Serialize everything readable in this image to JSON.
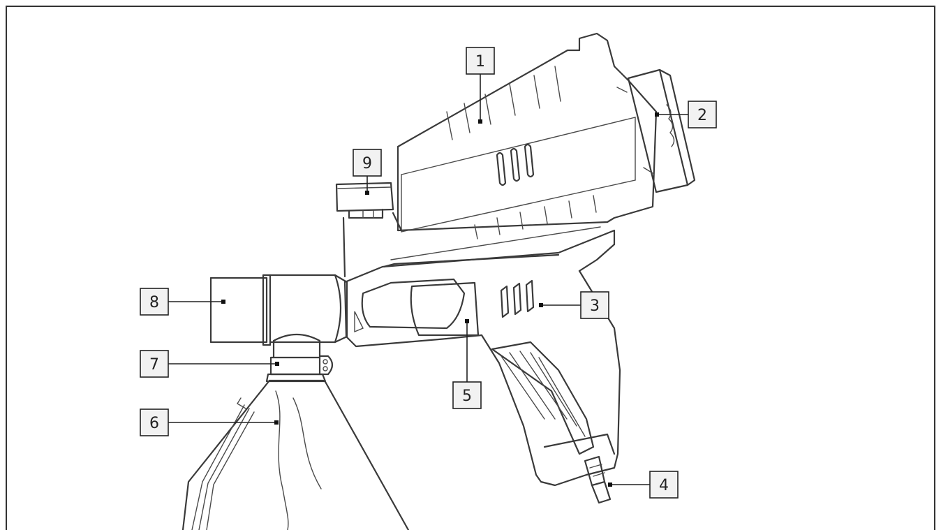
{
  "diagram": {
    "callouts": [
      {
        "id": "1",
        "label": "1"
      },
      {
        "id": "2",
        "label": "2"
      },
      {
        "id": "3",
        "label": "3"
      },
      {
        "id": "4",
        "label": "4"
      },
      {
        "id": "5",
        "label": "5"
      },
      {
        "id": "6",
        "label": "6"
      },
      {
        "id": "7",
        "label": "7"
      },
      {
        "id": "8",
        "label": "8"
      },
      {
        "id": "9",
        "label": "9"
      }
    ],
    "colors": {
      "line": "#3a3a3a",
      "box_fill": "#f2f2f2",
      "frame": "#333333"
    }
  }
}
